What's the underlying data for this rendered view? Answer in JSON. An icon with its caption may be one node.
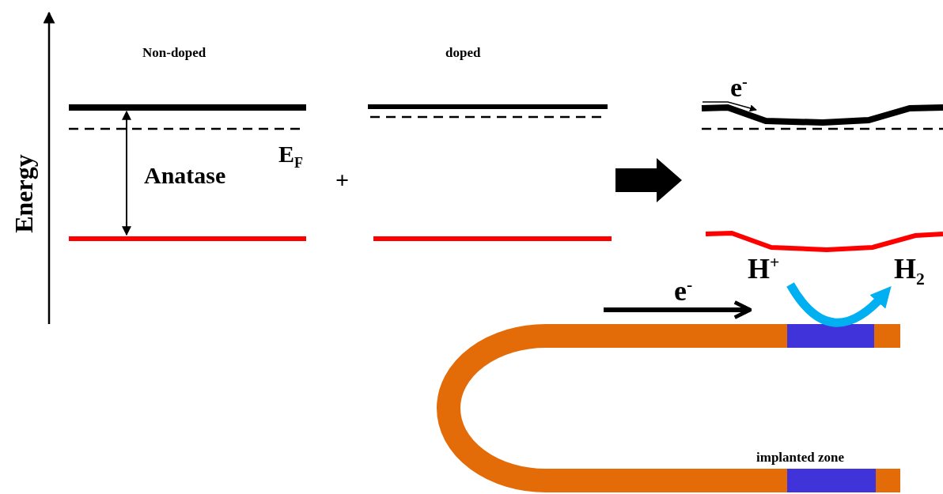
{
  "diagram": {
    "nodes": [
      {
        "text": [
          "H$^{+}$"
        ]
      },
      {
        "text": [
          "H$_{2}$"
        ]
      }
    ],
    "edges": [
      {
        "from": 0,
        "to": 1,
        "arrow": "to"
      }
    ],
    "labels": [
      "Non-doped",
      "doped",
      "e$^{-}$",
      "Energy",
      "E$_{F}$",
      "Anatase",
      "+",
      "e$^{-}$",
      "implanted zone"
    ]
  }
}
